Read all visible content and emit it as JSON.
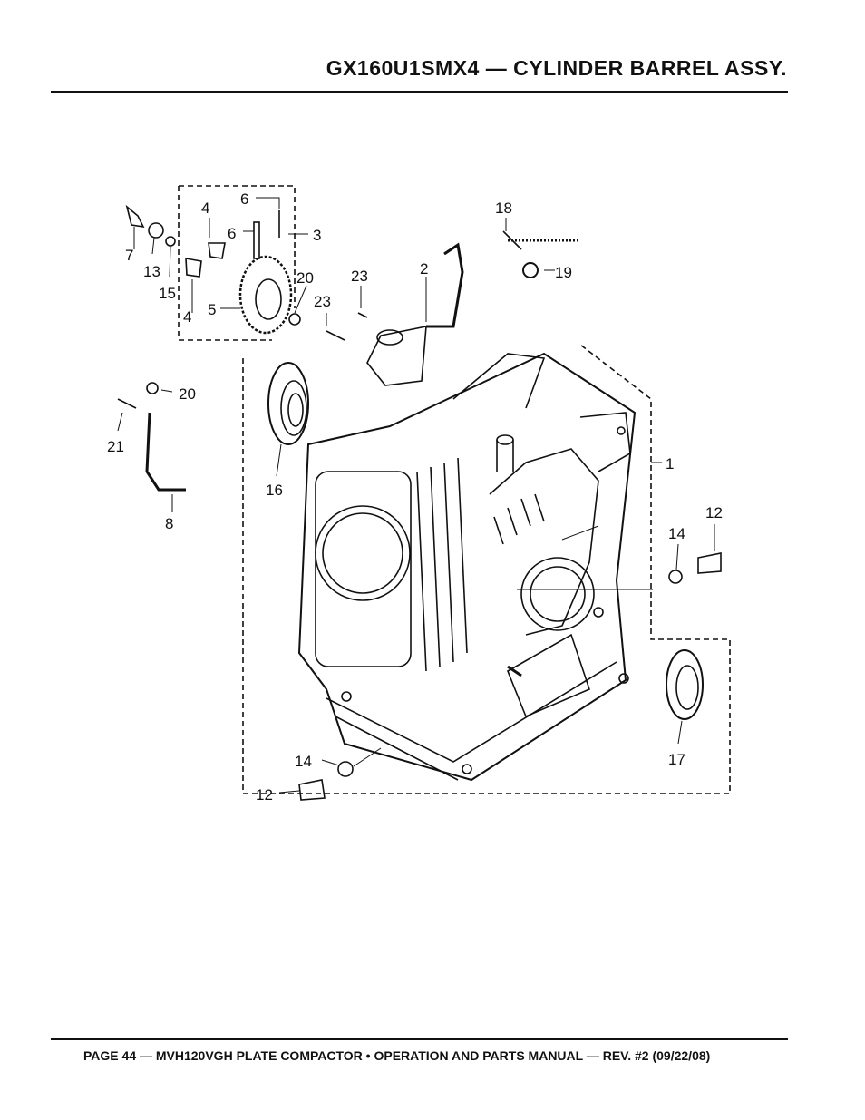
{
  "page_title": "GX160U1SMX4 — CYLINDER BARREL ASSY.",
  "footer": "PAGE 44 — MVH120VGH PLATE COMPACTOR • OPERATION AND PARTS MANUAL — REV. #2 (09/22/08)",
  "callouts": [
    "1",
    "2",
    "3",
    "4",
    "4",
    "5",
    "6",
    "6",
    "7",
    "8",
    "12",
    "12",
    "13",
    "14",
    "14",
    "15",
    "16",
    "17",
    "18",
    "19",
    "20",
    "20",
    "21",
    "23",
    "23"
  ]
}
